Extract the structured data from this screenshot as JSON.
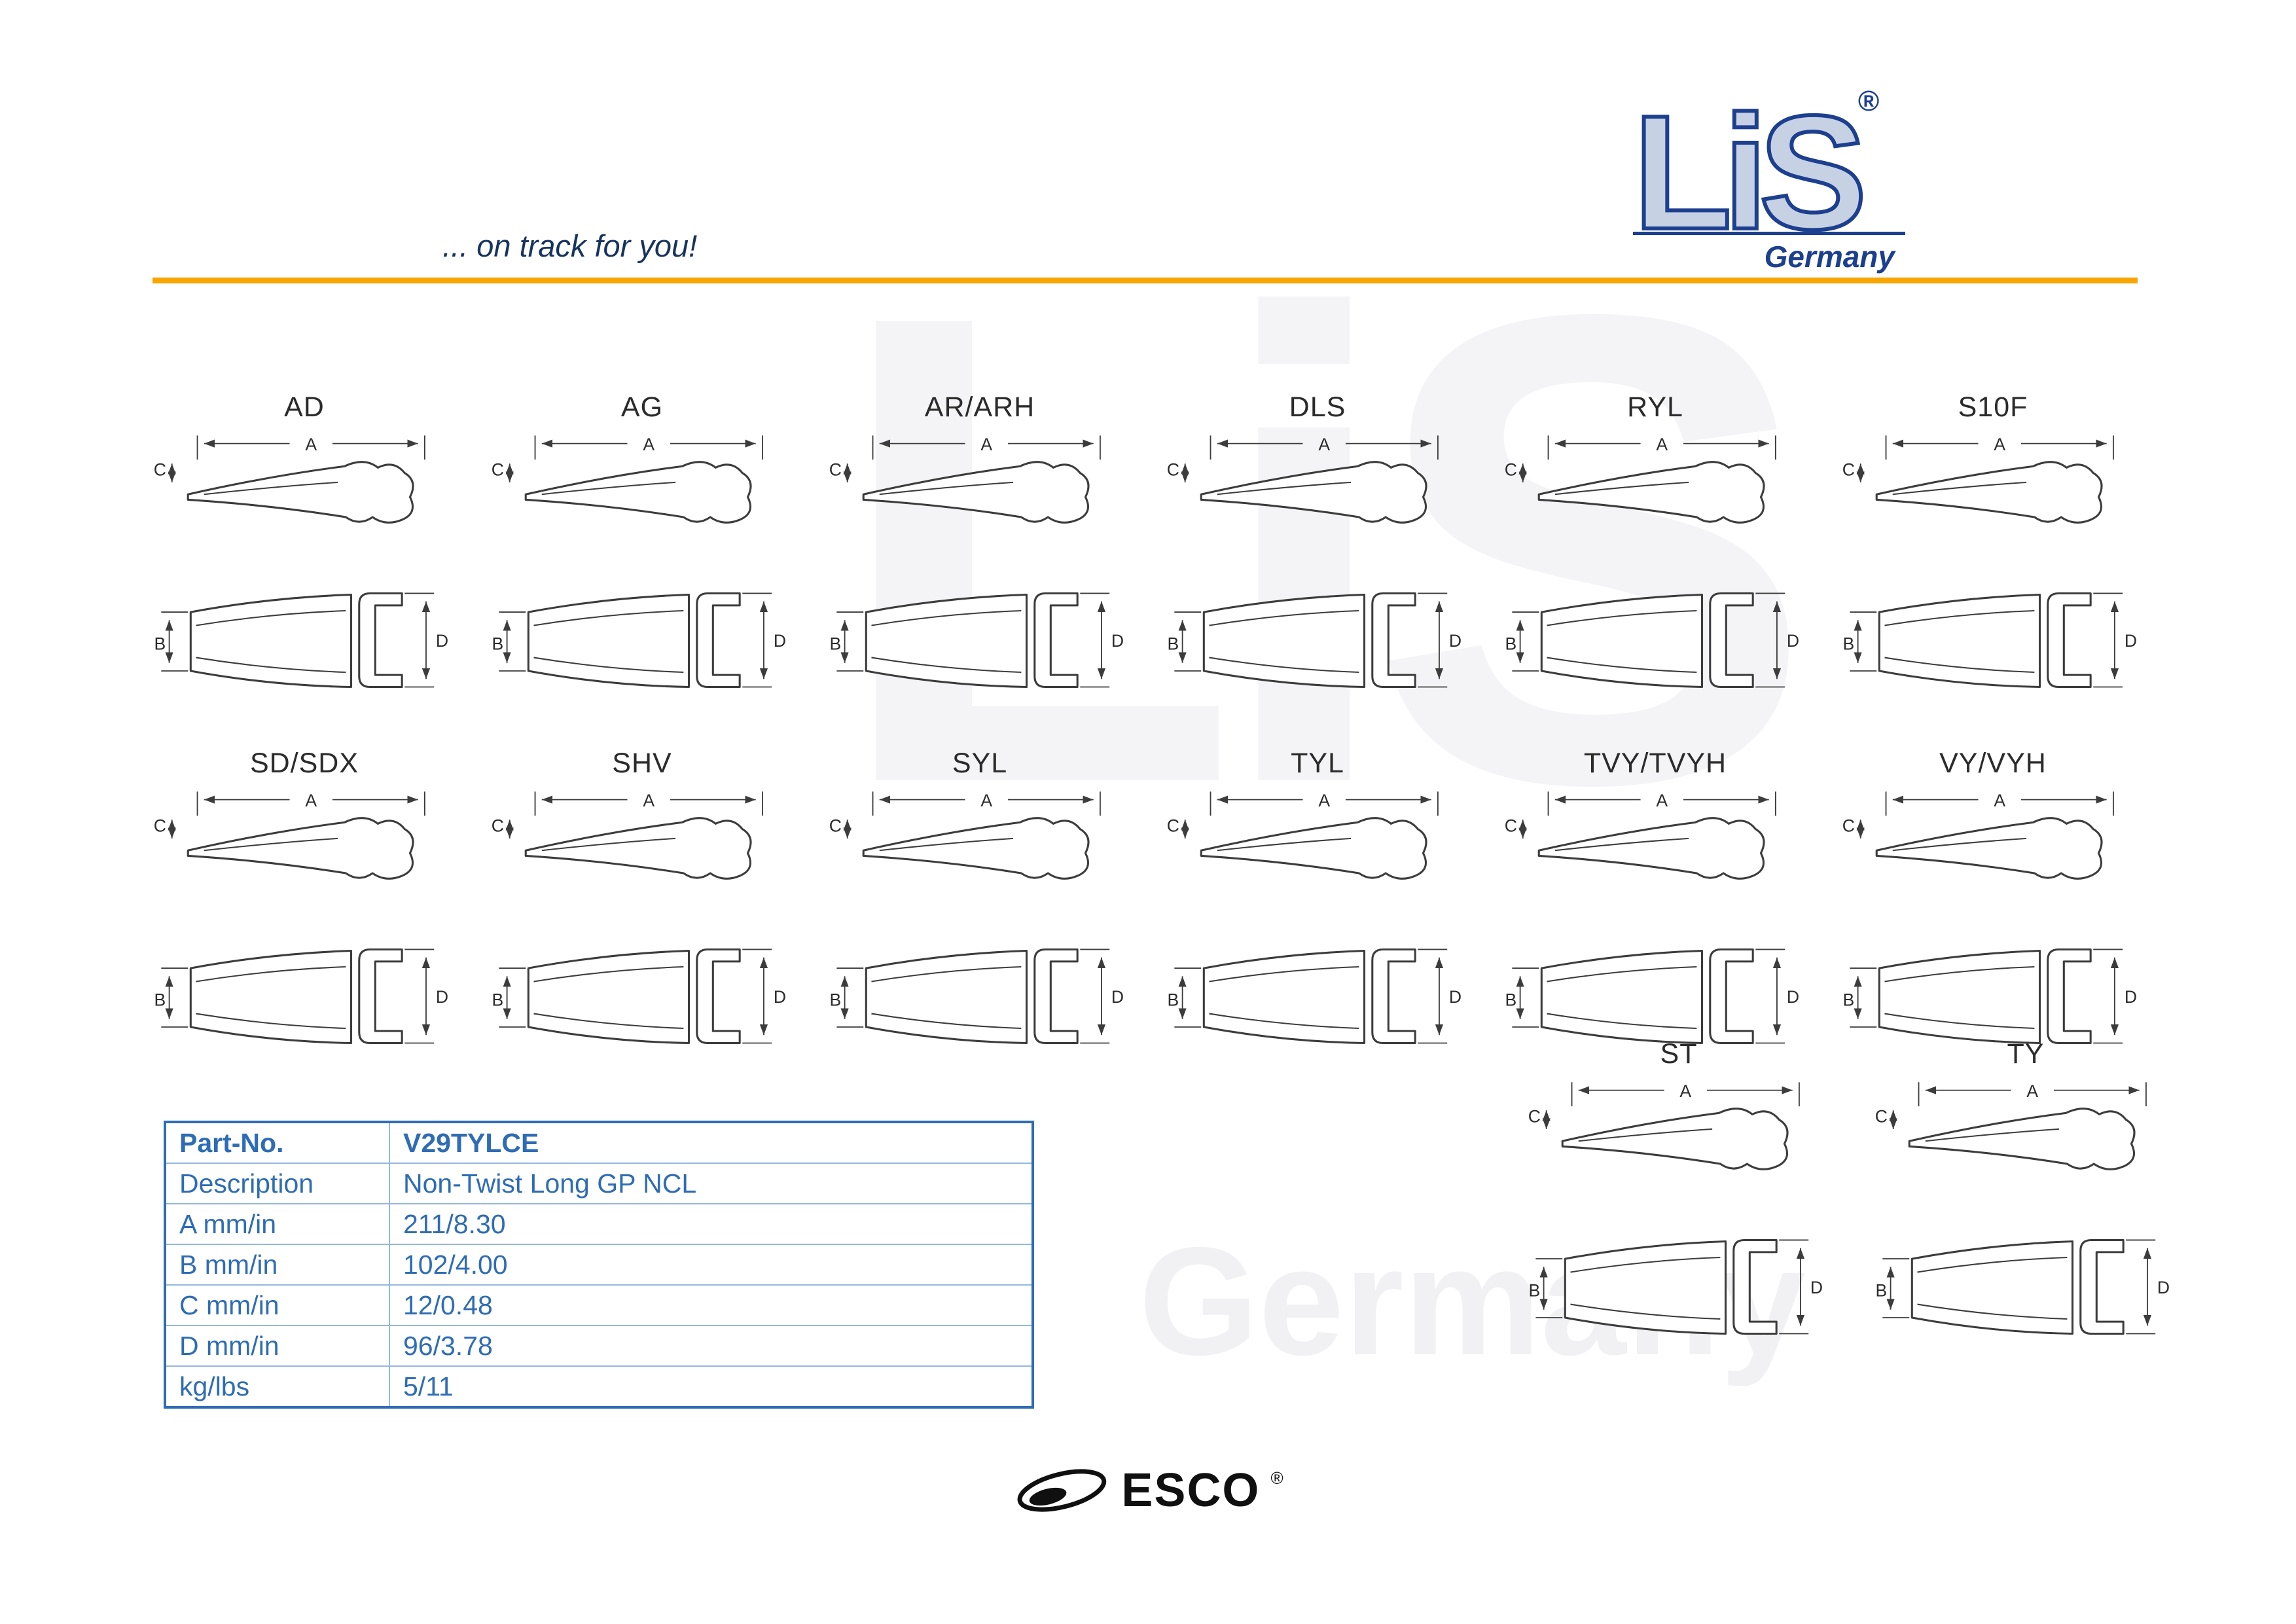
{
  "header": {
    "tagline": "... on track for you!",
    "logo": {
      "name": "LiS",
      "registered": "®",
      "country": "Germany"
    }
  },
  "watermark": {
    "logo": "LiS",
    "country": "Germany"
  },
  "dim_labels": {
    "A": "A",
    "B": "B",
    "C": "C",
    "D": "D"
  },
  "profiles": {
    "row1": [
      "AD",
      "AG",
      "AR/ARH",
      "DLS",
      "RYL",
      "S10F"
    ],
    "row2": [
      "SD/SDX",
      "SHV",
      "SYL",
      "TYL",
      "TVY/TVYH",
      "VY/VYH"
    ],
    "row3": [
      "ST",
      "TY"
    ]
  },
  "spec_table": {
    "rows": [
      {
        "label": "Part-No.",
        "value": "V29TYLCE"
      },
      {
        "label": "Description",
        "value": "Non-Twist Long GP NCL"
      },
      {
        "label": "A mm/in",
        "value": "211/8.30"
      },
      {
        "label": "B mm/in",
        "value": "102/4.00"
      },
      {
        "label": "C mm/in",
        "value": "12/0.48"
      },
      {
        "label": "D mm/in",
        "value": "96/3.78"
      },
      {
        "label": "kg/lbs",
        "value": "5/11"
      }
    ]
  },
  "footer": {
    "brand": "ESCO",
    "registered": "®"
  },
  "colors": {
    "accent_orange": "#F7A500",
    "brand_blue": "#1d3f8f",
    "table_blue": "#2e6cb5",
    "table_grid_blue": "#94b8dc",
    "line_dark": "#3c3c3c"
  }
}
